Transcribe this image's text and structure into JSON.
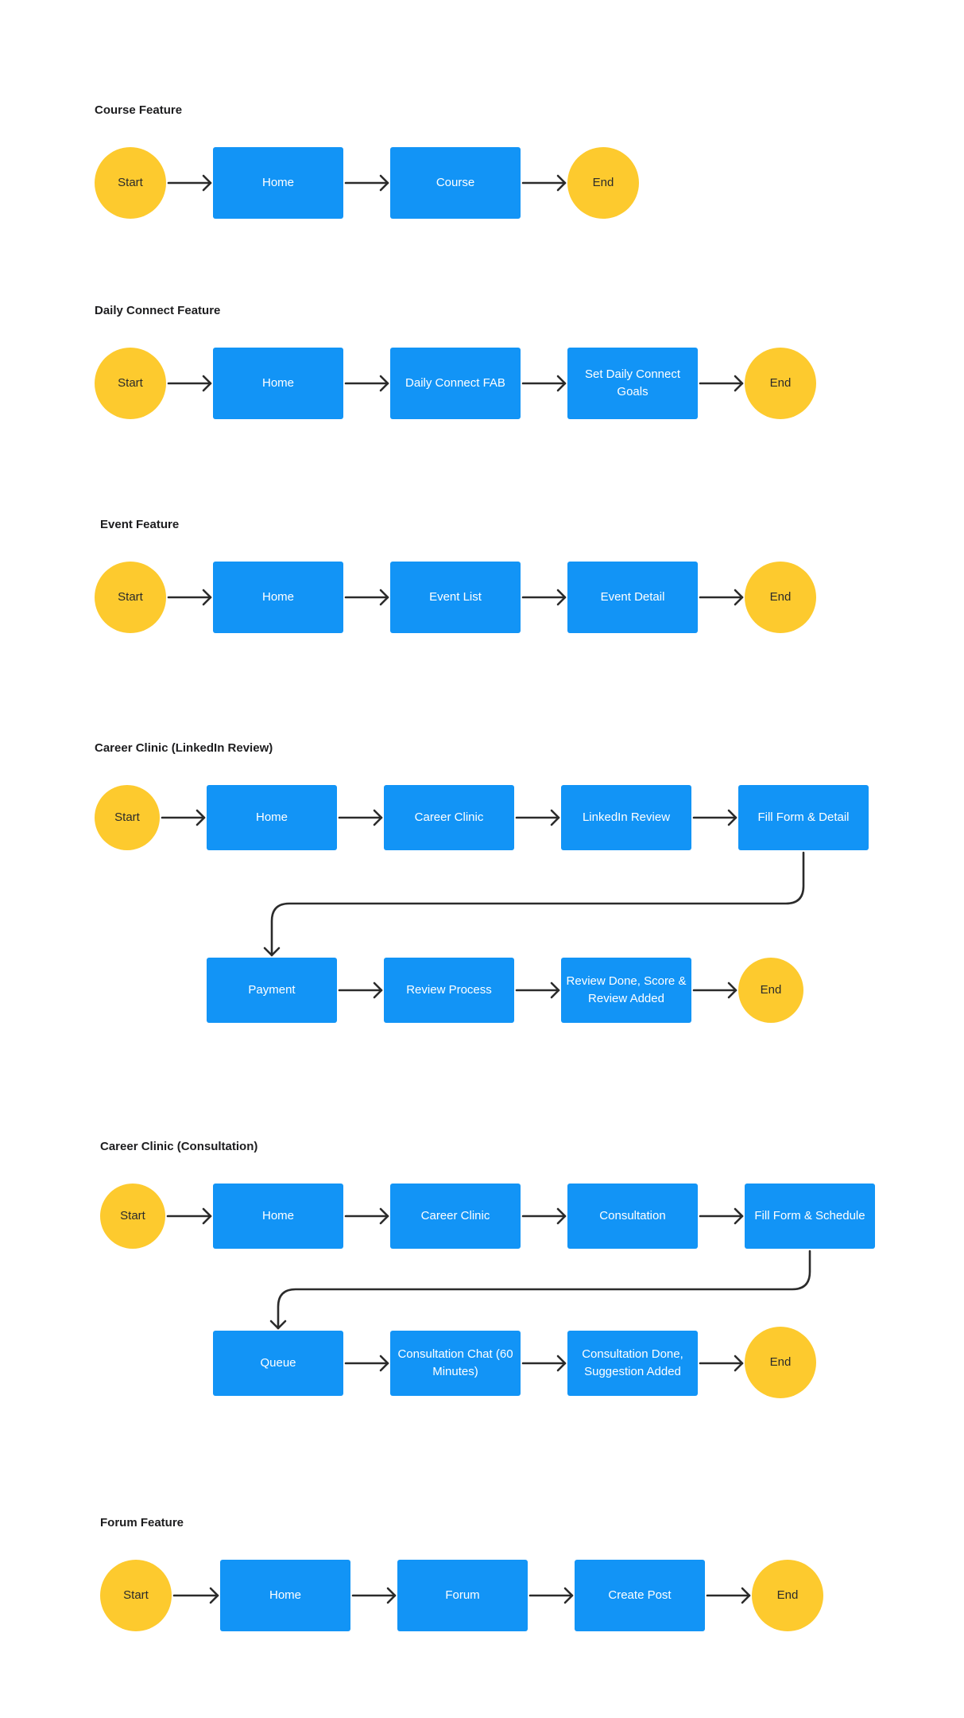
{
  "colors": {
    "process": "#1294f6",
    "terminal": "#fdca2e",
    "connector": "#2b2b2b",
    "background": "#ffffff"
  },
  "flows": [
    {
      "id": "course",
      "title": "Course Feature",
      "nodes": [
        {
          "kind": "terminal",
          "label": "Start"
        },
        {
          "kind": "process",
          "label": "Home"
        },
        {
          "kind": "process",
          "label": "Course"
        },
        {
          "kind": "terminal",
          "label": "End"
        }
      ]
    },
    {
      "id": "daily-connect",
      "title": "Daily Connect Feature",
      "nodes": [
        {
          "kind": "terminal",
          "label": "Start"
        },
        {
          "kind": "process",
          "label": "Home"
        },
        {
          "kind": "process",
          "label": "Daily Connect FAB"
        },
        {
          "kind": "process",
          "label": "Set Daily Connect Goals"
        },
        {
          "kind": "terminal",
          "label": "End"
        }
      ]
    },
    {
      "id": "event",
      "title": "Event Feature",
      "nodes": [
        {
          "kind": "terminal",
          "label": "Start"
        },
        {
          "kind": "process",
          "label": "Home"
        },
        {
          "kind": "process",
          "label": "Event List"
        },
        {
          "kind": "process",
          "label": "Event Detail"
        },
        {
          "kind": "terminal",
          "label": "End"
        }
      ]
    },
    {
      "id": "linkedin-review",
      "title": "Career Clinic (LinkedIn Review)",
      "nodes": [
        {
          "kind": "terminal",
          "label": "Start"
        },
        {
          "kind": "process",
          "label": "Home"
        },
        {
          "kind": "process",
          "label": "Career Clinic"
        },
        {
          "kind": "process",
          "label": "LinkedIn Review"
        },
        {
          "kind": "process",
          "label": "Fill Form & Detail"
        },
        {
          "kind": "process",
          "label": "Payment"
        },
        {
          "kind": "process",
          "label": "Review Process"
        },
        {
          "kind": "process",
          "label": "Review Done, Score & Review Added"
        },
        {
          "kind": "terminal",
          "label": "End"
        }
      ]
    },
    {
      "id": "consultation",
      "title": "Career Clinic (Consultation)",
      "nodes": [
        {
          "kind": "terminal",
          "label": "Start"
        },
        {
          "kind": "process",
          "label": "Home"
        },
        {
          "kind": "process",
          "label": "Career Clinic"
        },
        {
          "kind": "process",
          "label": "Consultation"
        },
        {
          "kind": "process",
          "label": "Fill Form & Schedule"
        },
        {
          "kind": "process",
          "label": "Queue"
        },
        {
          "kind": "process",
          "label": "Consultation Chat (60 Minutes)"
        },
        {
          "kind": "process",
          "label": "Consultation Done, Suggestion Added"
        },
        {
          "kind": "terminal",
          "label": "End"
        }
      ]
    },
    {
      "id": "forum",
      "title": "Forum Feature",
      "nodes": [
        {
          "kind": "terminal",
          "label": "Start"
        },
        {
          "kind": "process",
          "label": "Home"
        },
        {
          "kind": "process",
          "label": "Forum"
        },
        {
          "kind": "process",
          "label": "Create Post"
        },
        {
          "kind": "terminal",
          "label": "End"
        }
      ]
    }
  ]
}
